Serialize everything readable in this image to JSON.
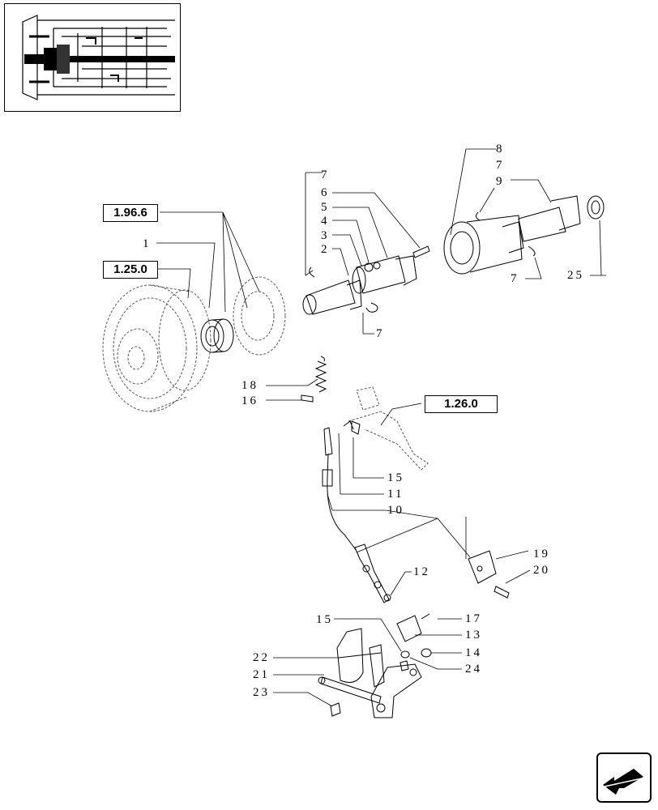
{
  "reference_boxes": [
    {
      "id": "ref-1-96-6",
      "label": "1.96.6"
    },
    {
      "id": "ref-1-25-0",
      "label": "1.25.0"
    },
    {
      "id": "ref-1-26-0",
      "label": "1.26.0"
    }
  ],
  "callouts": [
    "8",
    "7",
    "9",
    "7",
    "6",
    "5",
    "4",
    "3",
    "2",
    "7",
    "25",
    "7",
    "1",
    "18",
    "16",
    "15",
    "11",
    "10",
    "19",
    "20",
    "12",
    "15",
    "17",
    "13",
    "14",
    "24",
    "22",
    "21",
    "23"
  ],
  "icons": {
    "inset": "transmission-section-thumbnail",
    "nav": "return-arrow-icon"
  }
}
